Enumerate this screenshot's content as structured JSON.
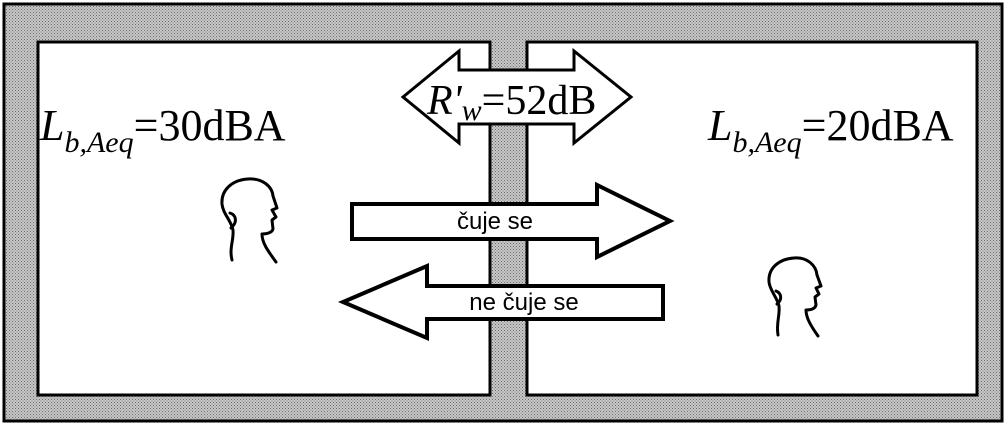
{
  "left_room": {
    "level_symbol": "L",
    "level_subscript": "b,Aeq",
    "level_value": "=30dBA"
  },
  "right_room": {
    "level_symbol": "L",
    "level_subscript": "b,Aeq",
    "level_value": "=20dBA"
  },
  "wall": {
    "index_symbol": "R'",
    "index_subscript": "w",
    "index_value": "=52dB"
  },
  "arrows": {
    "to_right_label": "čuje se",
    "to_left_label": "ne čuje se"
  },
  "colors": {
    "wall_fill": "#9a9a9a",
    "line": "#000000",
    "room_fill": "#ffffff"
  },
  "icons": {
    "left_person": "person-head-icon",
    "right_person": "person-head-icon"
  }
}
